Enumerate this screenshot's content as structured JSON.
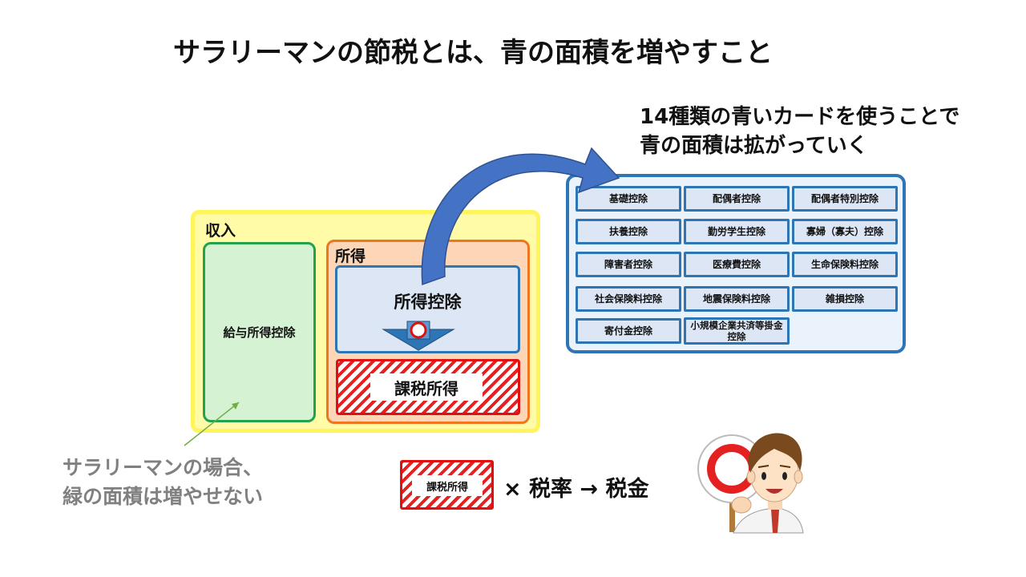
{
  "title": "サラリーマンの節税とは、青の面積を増やすこと",
  "callout": {
    "line1": "14種類の青いカードを使うことで",
    "line2": "青の面積は拡がっていく"
  },
  "diagram": {
    "income_label": "収入",
    "salary_deduction_label": "給与所得控除",
    "income_after_label": "所得",
    "income_deduction_label": "所得控除",
    "taxable_income_label": "課税所得"
  },
  "deduction_cards": [
    "基礎控除",
    "配偶者控除",
    "配偶者特別控除",
    "扶養控除",
    "勤労学生控除",
    "寡婦（寡夫）控除",
    "障害者控除",
    "医療費控除",
    "生命保険料控除",
    "社会保険料控除",
    "地震保険料控除",
    "雑損控除",
    "寄付金控除",
    "小規模企業共済等掛金控除"
  ],
  "note": {
    "line1": "サラリーマンの場合、",
    "line2": "緑の面積は増やせない"
  },
  "formula": {
    "box_label": "課税所得",
    "text": "× 税率 → 税金"
  },
  "colors": {
    "accent_blue": "#2e75b6",
    "green": "#23a24d",
    "orange": "#f0761e",
    "red": "#e01010",
    "yellow": "#fff45c"
  },
  "icons": [
    "curved-arrow-icon",
    "down-arrow-icon",
    "circle-mark-icon",
    "businessman-illustration"
  ]
}
